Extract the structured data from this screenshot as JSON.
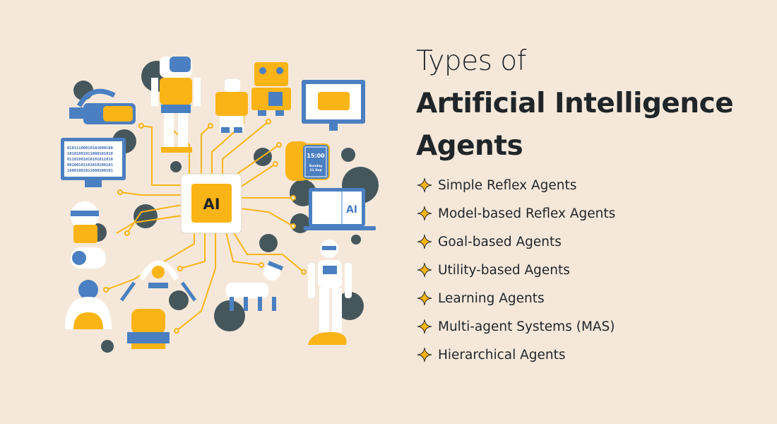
{
  "heading": {
    "line1": "Types of",
    "line2": "Artificial Intelligence",
    "line3": "Agents"
  },
  "agent_types": [
    "Simple Reflex Agents",
    "Model-based Reflex Agents",
    "Goal-based Agents",
    "Utility-based Agents",
    "Learning Agents",
    "Multi-agent Systems (MAS)",
    "Hierarchical Agents"
  ],
  "illustration": {
    "chip_label": "AI",
    "watch_time": "15:00",
    "watch_date_line1": "Sunday",
    "watch_date_line2": "21 Sep",
    "laptop_label": "AI",
    "binary_lines": [
      "01011100010101000100",
      "10101001011000101010",
      "01101001010101011010",
      "00100101101010100101",
      "10001001011000100101"
    ]
  },
  "colors": {
    "background": "#f5e8da",
    "text": "#1f2528",
    "accent_orange": "#fbb416",
    "accent_blue": "#4a7fc1",
    "dark_circle": "#46575c"
  }
}
